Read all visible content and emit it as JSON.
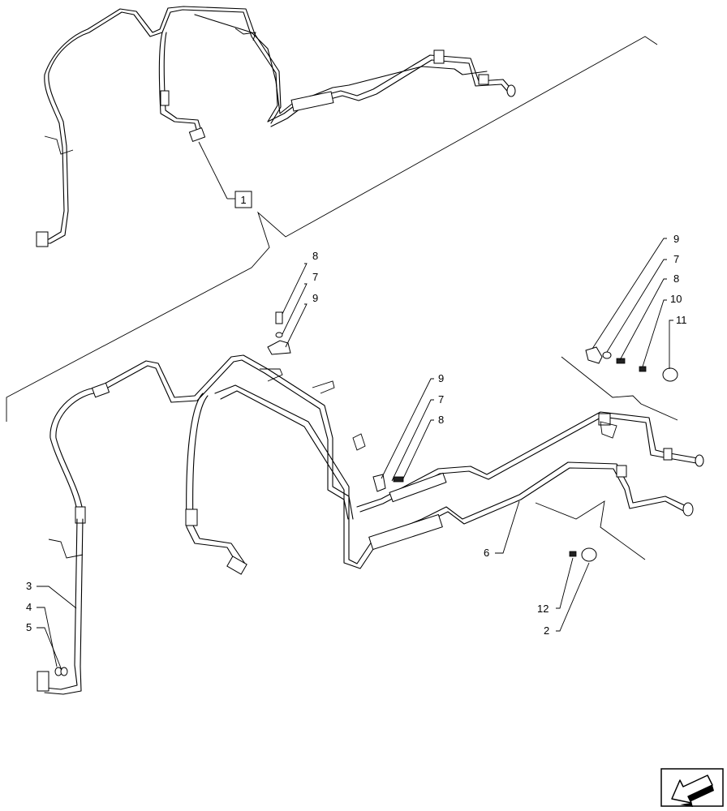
{
  "diagram": {
    "box_label": "1",
    "callouts": {
      "top_group": [
        "8",
        "7",
        "9"
      ],
      "right_group": [
        "9",
        "7",
        "8",
        "10",
        "11"
      ],
      "mid_group": [
        "9",
        "7",
        "8"
      ],
      "left_group": [
        "3",
        "4",
        "5"
      ],
      "hose": "6",
      "bottom_group": [
        "12",
        "2"
      ]
    }
  },
  "nav_button": {
    "icon": "next-page-arrow-icon"
  }
}
